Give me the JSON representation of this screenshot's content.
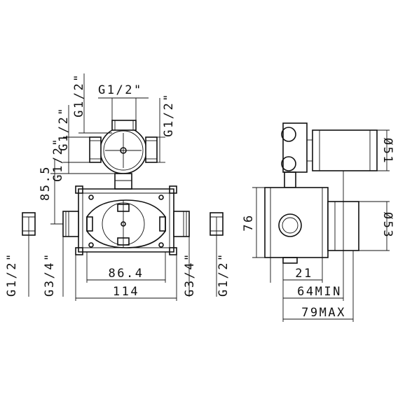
{
  "labels": {
    "top_left_vert": "G1/2\"",
    "top_horiz": "G1/2\"",
    "top_right_vert": "G1/2\"",
    "mid_left_vert_a": "G1/2\"",
    "mid_left_vert_b": "G1/2\"",
    "height_85": "85.5",
    "bottom_left_outer": "G1/2\"",
    "bottom_left_inner": "G3/4\"",
    "bottom_right_inner": "G3/4\"",
    "bottom_right_outer": "G1/2\"",
    "width_86": "86.4",
    "width_114": "114",
    "side_height": "76",
    "side_21": "21",
    "side_64": "64MIN",
    "side_79": "79MAX",
    "dia_51": "Ø51",
    "dia_53": "Ø53"
  },
  "colors": {
    "line": "#111111",
    "background": "#ffffff"
  }
}
